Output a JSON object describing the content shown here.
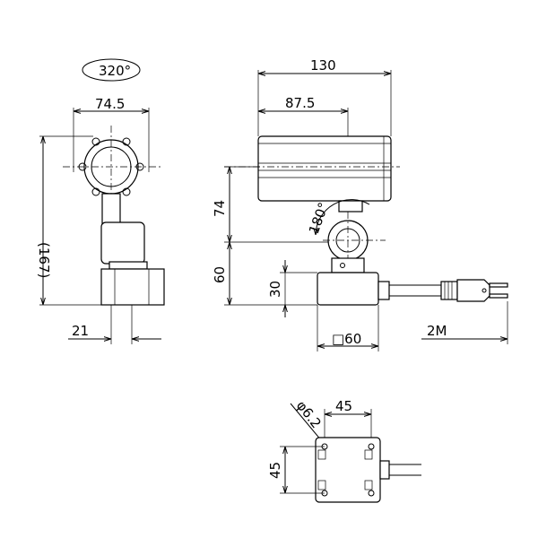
{
  "drawing": {
    "side_view": {
      "rotation": "320°",
      "width_top": "74.5",
      "overall_height": "(167)",
      "base_offset": "21"
    },
    "front_view": {
      "length": "130",
      "length_inner": "87.5",
      "head_height": "74",
      "tilt": "180°",
      "base_height": "60",
      "base_block": "30",
      "base_square": "□60",
      "cord": "2M"
    },
    "plan_view": {
      "hole_dia": "φ6.2",
      "pitch_x": "45",
      "pitch_y": "45"
    }
  }
}
